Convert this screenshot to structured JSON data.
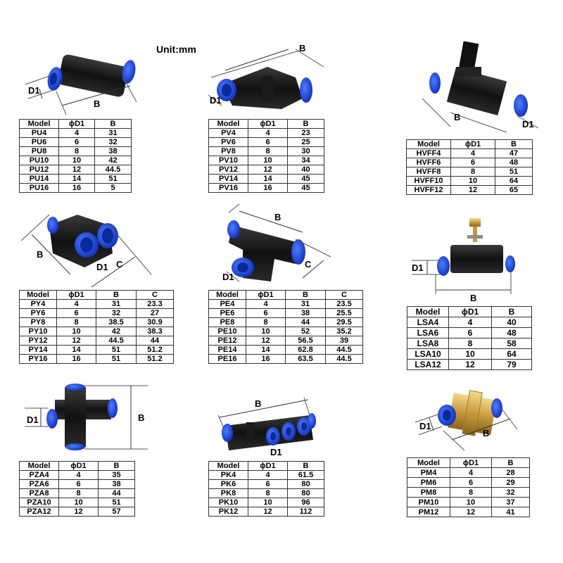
{
  "unit_label": "Unit:mm",
  "dimension_labels": {
    "d1": "D1",
    "b": "B",
    "c": "C"
  },
  "headers": {
    "model": "Model",
    "d1": "ϕD1",
    "b": "B",
    "c": "C"
  },
  "products": [
    {
      "id": "pu",
      "name": "Straight union (PU)",
      "rows": [
        [
          "PU4",
          "4",
          "31"
        ],
        [
          "PU6",
          "6",
          "32"
        ],
        [
          "PU8",
          "8",
          "38"
        ],
        [
          "PU10",
          "10",
          "42"
        ],
        [
          "PU12",
          "12",
          "44.5"
        ],
        [
          "PU14",
          "14",
          "51"
        ],
        [
          "PU16",
          "16",
          "5"
        ]
      ]
    },
    {
      "id": "pv",
      "name": "Elbow union (PV)",
      "rows": [
        [
          "PV4",
          "4",
          "23"
        ],
        [
          "PV6",
          "6",
          "25"
        ],
        [
          "PV8",
          "8",
          "30"
        ],
        [
          "PV10",
          "10",
          "34"
        ],
        [
          "PV12",
          "12",
          "40"
        ],
        [
          "PV14",
          "14",
          "45"
        ],
        [
          "PV16",
          "16",
          "45"
        ]
      ]
    },
    {
      "id": "hvff",
      "name": "Hand valve (HVFF)",
      "rows": [
        [
          "HVFF4",
          "4",
          "47"
        ],
        [
          "HVFF6",
          "6",
          "48"
        ],
        [
          "HVFF8",
          "8",
          "51"
        ],
        [
          "HVFF10",
          "10",
          "64"
        ],
        [
          "HVFF12",
          "12",
          "65"
        ]
      ]
    },
    {
      "id": "py",
      "name": "Y union (PY)",
      "rows": [
        [
          "PY4",
          "4",
          "31",
          "23.3"
        ],
        [
          "PY6",
          "6",
          "32",
          "27"
        ],
        [
          "PY8",
          "8",
          "38.5",
          "30.9"
        ],
        [
          "PY10",
          "10",
          "42",
          "38.3"
        ],
        [
          "PY12",
          "12",
          "44.5",
          "44"
        ],
        [
          "PY14",
          "14",
          "51",
          "51.2"
        ],
        [
          "PY16",
          "16",
          "51",
          "51.2"
        ]
      ]
    },
    {
      "id": "pe",
      "name": "Tee union (PE)",
      "rows": [
        [
          "PE4",
          "4",
          "31",
          "23.5"
        ],
        [
          "PE6",
          "6",
          "38",
          "25.5"
        ],
        [
          "PE8",
          "8",
          "44",
          "29.5"
        ],
        [
          "PE10",
          "10",
          "52",
          "35.2"
        ],
        [
          "PE12",
          "12",
          "56.5",
          "39"
        ],
        [
          "PE14",
          "14",
          "62.8",
          "44.5"
        ],
        [
          "PE16",
          "16",
          "63.5",
          "44.5"
        ]
      ]
    },
    {
      "id": "lsa",
      "name": "Flow control valve (LSA)",
      "rows": [
        [
          "LSA4",
          "4",
          "40"
        ],
        [
          "LSA6",
          "6",
          "48"
        ],
        [
          "LSA8",
          "8",
          "58"
        ],
        [
          "LSA10",
          "10",
          "64"
        ],
        [
          "LSA12",
          "12",
          "79"
        ]
      ]
    },
    {
      "id": "pza",
      "name": "Cross union (PZA)",
      "rows": [
        [
          "PZA4",
          "4",
          "35"
        ],
        [
          "PZA6",
          "6",
          "38"
        ],
        [
          "PZA8",
          "8",
          "44"
        ],
        [
          "PZA10",
          "10",
          "51"
        ],
        [
          "PZA12",
          "12",
          "57"
        ]
      ]
    },
    {
      "id": "pk",
      "name": "Manifold union (PK)",
      "rows": [
        [
          "PK4",
          "4",
          "61.5"
        ],
        [
          "PK6",
          "6",
          "80"
        ],
        [
          "PK8",
          "8",
          "80"
        ],
        [
          "PK10",
          "10",
          "96"
        ],
        [
          "PK12",
          "12",
          "112"
        ]
      ]
    },
    {
      "id": "pm",
      "name": "Bulkhead union (PM)",
      "rows": [
        [
          "PM4",
          "4",
          "28"
        ],
        [
          "PM6",
          "6",
          "29"
        ],
        [
          "PM8",
          "8",
          "32"
        ],
        [
          "PM10",
          "10",
          "37"
        ],
        [
          "PM12",
          "12",
          "41"
        ]
      ]
    }
  ],
  "colors": {
    "fitting_blue": "#1f4fe0",
    "fitting_black": "#151515",
    "brass": "#c9a24a",
    "table_border": "#333333"
  }
}
